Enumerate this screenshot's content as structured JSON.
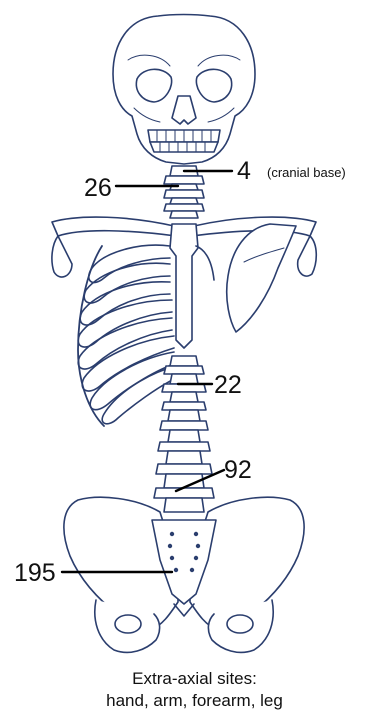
{
  "colors": {
    "outline": "#2b3e6e",
    "bone_fill": "#ffffff",
    "label_line": "#000000",
    "text": "#111111"
  },
  "labels": {
    "cranial_count": "4",
    "cranial_note": "(cranial base)",
    "cervical_count": "26",
    "thoracic_count": "22",
    "lumbar_count": "92",
    "sacral_count": "195"
  },
  "caption": {
    "line1": "Extra-axial sites:",
    "line2": "hand, arm, forearm, leg"
  }
}
